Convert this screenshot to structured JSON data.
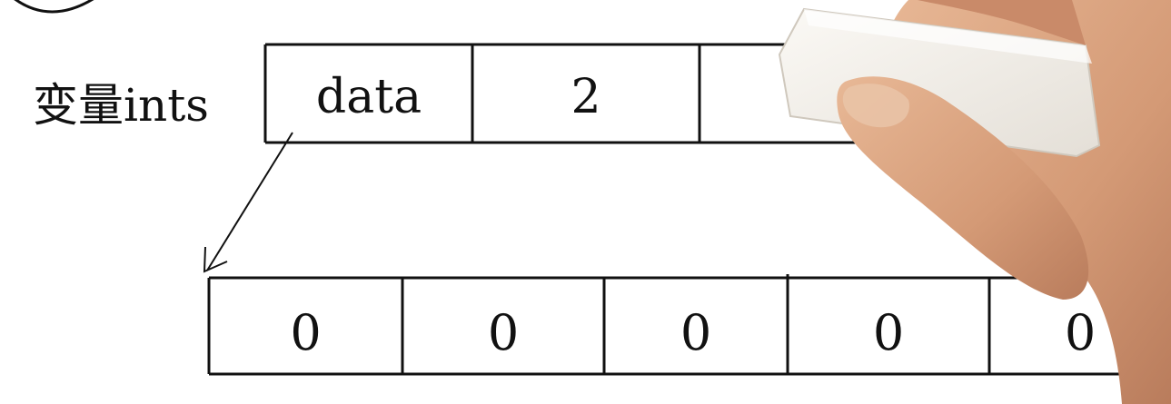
{
  "variable": {
    "label": "变量ints"
  },
  "struct_cells": [
    "data",
    "2",
    ""
  ],
  "array_cells": [
    "0",
    "0",
    "0",
    "0",
    "0"
  ],
  "colors": {
    "line": "#111111",
    "background": "#ffffff",
    "eraser": "#f1eee8",
    "skin": "#d9a07e"
  },
  "icons": {
    "pointer": "arrow-icon",
    "eraser": "eraser-image",
    "hand": "hand-image"
  }
}
